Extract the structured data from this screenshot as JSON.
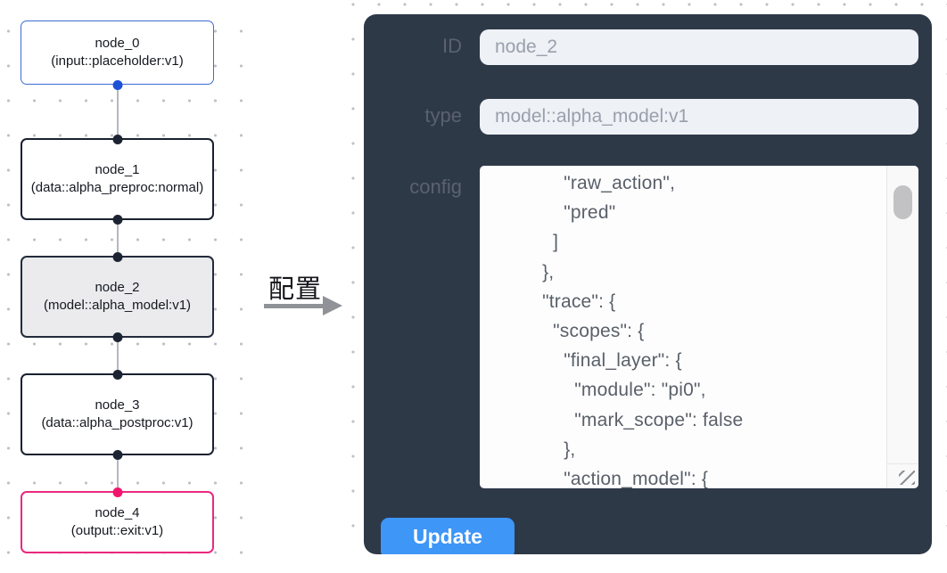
{
  "flow": {
    "nodes": [
      {
        "id": "node_0",
        "type": "(input::placeholder:v1)",
        "variant": "input"
      },
      {
        "id": "node_1",
        "type": "(data::alpha_preproc:normal)",
        "variant": "default"
      },
      {
        "id": "node_2",
        "type": "(model::alpha_model:v1)",
        "variant": "selected"
      },
      {
        "id": "node_3",
        "type": "(data::alpha_postproc:v1)",
        "variant": "default"
      },
      {
        "id": "node_4",
        "type": "(output::exit:v1)",
        "variant": "output"
      }
    ]
  },
  "transition": {
    "label": "配置"
  },
  "panel": {
    "id_field": {
      "label": "ID",
      "value": "node_2"
    },
    "type_field": {
      "label": "type",
      "value": "model::alpha_model:v1"
    },
    "config_field": {
      "label": "config",
      "value": "      \"raw_action\",\n      \"pred\"\n    ]\n  },\n  \"trace\": {\n    \"scopes\": {\n      \"final_layer\": {\n        \"module\": \"pi0\",\n        \"mark_scope\": false\n      },\n      \"action_model\": {"
    },
    "update_label": "Update"
  },
  "colors": {
    "panel_bg": "#2e3948",
    "accent_blue": "#3e96f7",
    "node_input_border": "#3b6bd6",
    "node_output_border": "#e9297e",
    "node_selected_bg": "#ebebed",
    "port_default": "#1c2433",
    "port_input": "#1d51d8",
    "port_output": "#f1156e",
    "edge_gray": "#b5b8bf"
  }
}
